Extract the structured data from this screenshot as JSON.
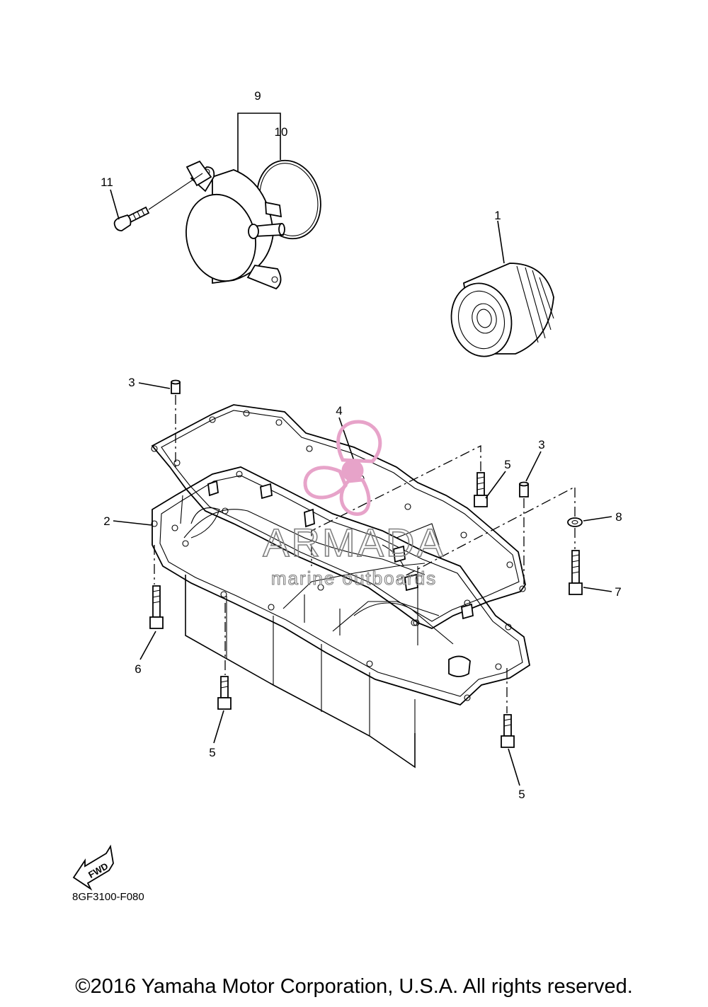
{
  "callouts": [
    "1",
    "2",
    "3",
    "3",
    "4",
    "5",
    "5",
    "5",
    "5",
    "6",
    "7",
    "8",
    "9",
    "10",
    "11"
  ],
  "watermark": {
    "title": "ARMADA",
    "subtitle": "marine outboards",
    "color": "#e7a3c9"
  },
  "fwd_label": "FWD",
  "drawing_code": "8GF3100-F080",
  "copyright": "©2016 Yamaha Motor Corporation, U.S.A. All rights reserved."
}
